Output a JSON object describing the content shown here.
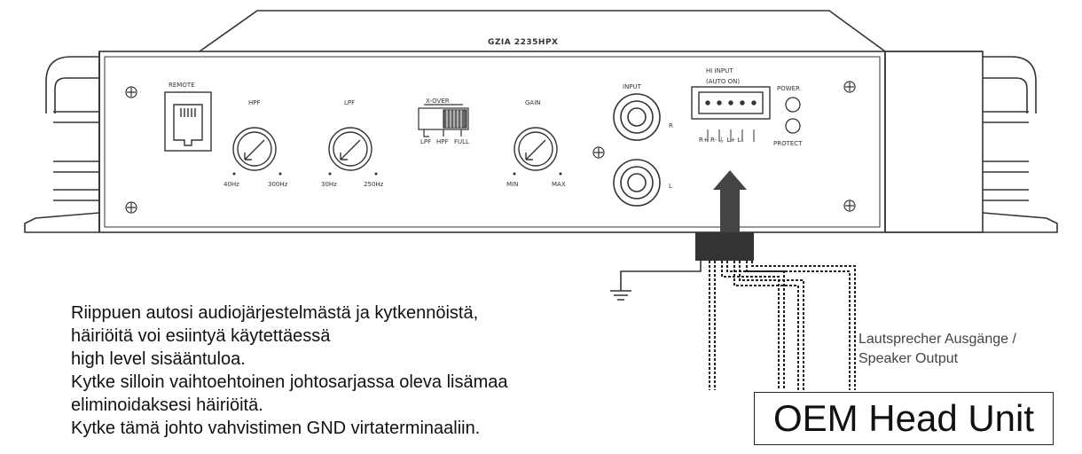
{
  "amplifier": {
    "model": "GZIA 2235HPX",
    "remote_label": "REMOTE",
    "hpf_label": "HPF",
    "hpf_min": "40Hz",
    "hpf_max": "300Hz",
    "lpf_label": "LPF",
    "lpf_min": "30Hz",
    "lpf_max": "250Hz",
    "xover_label": "X-OVER",
    "xover_opt1": "LPF",
    "xover_opt2": "HPF",
    "xover_opt3": "FULL",
    "gain_label": "GAIN",
    "gain_min": "MIN",
    "gain_max": "MAX",
    "input_label": "INPUT",
    "input_r": "R",
    "input_l": "L",
    "hi_input_line1": "HI  INPUT",
    "hi_input_line2": "(AUTO ON)",
    "hi_pins": "R+ R- ⏚ L+ L-",
    "power_label": "POWER",
    "protect_label": "PROTECT"
  },
  "note_lines": [
    "Riippuen autosi audiojärjestelmästä ja kytkennöistä,",
    "häiriöitä voi esiintyä käytettäessä",
    "high level sisääntuloa.",
    "Kytke silloin vaihtoehtoinen johtosarjassa oleva lisämaa",
    "eliminoidaksesi häiriöitä.",
    "Kytke tämä johto vahvistimen GND virtaterminaaliin."
  ],
  "speaker_output": {
    "line1": "Lautsprecher Ausgänge /",
    "line2": "Speaker Output"
  },
  "head_unit_label": "OEM Head Unit"
}
